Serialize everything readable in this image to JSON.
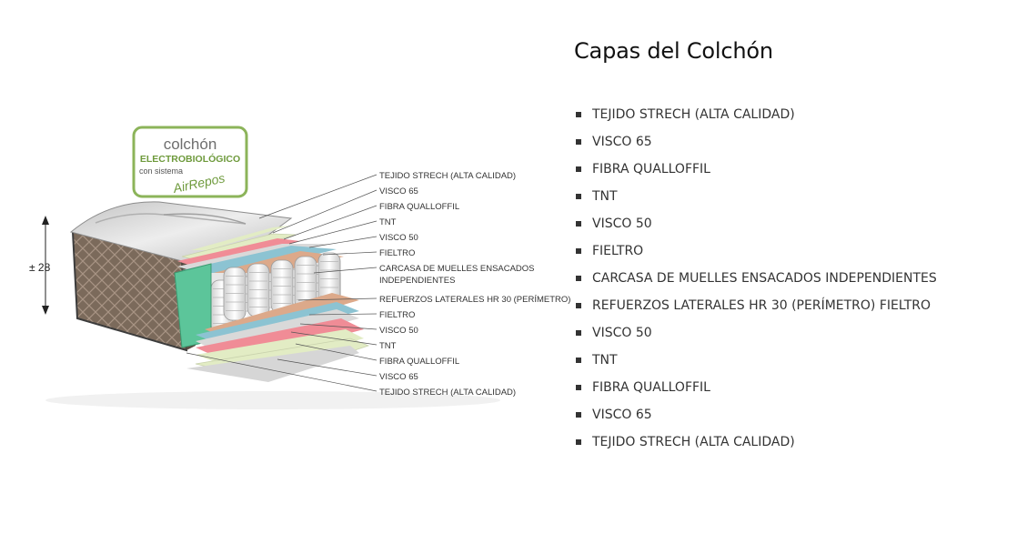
{
  "badge": {
    "line1": "colchón",
    "line2": "ELECTROBIOLÓGICO",
    "line3": "con sistema",
    "brand": "AirRepos"
  },
  "dimension": {
    "label": "± 28"
  },
  "diagram_labels": [
    "TEJIDO STRECH (ALTA CALIDAD)",
    "VISCO 65",
    "FIBRA QUALLOFFIL",
    "TNT",
    "VISCO 50",
    "FIELTRO",
    "CARCASA DE MUELLES ENSACADOS",
    "INDEPENDIENTES",
    "REFUERZOS LATERALES HR 30 (PERÍMETRO)",
    "FIELTRO",
    "VISCO 50",
    "TNT",
    "FIBRA QUALLOFFIL",
    "VISCO 65",
    "TEJIDO STRECH (ALTA CALIDAD)"
  ],
  "panel": {
    "title": "Capas del Colchón",
    "items": [
      "TEJIDO STRECH (ALTA CALIDAD)",
      "VISCO 65",
      "FIBRA QUALLOFFIL",
      "TNT",
      "VISCO 50",
      "FIELTRO",
      "CARCASA DE MUELLES ENSACADOS INDEPENDIENTES",
      "REFUERZOS LATERALES HR 30 (PERÍMETRO) FIELTRO",
      "VISCO 50",
      "TNT",
      "FIBRA QUALLOFFIL",
      "VISCO 65",
      "TEJIDO STRECH (ALTA CALIDAD)"
    ]
  },
  "colors": {
    "quilt": "#7a6a5c",
    "top_fabric": "#dcdcdc",
    "visco65": "#e2ecc4",
    "fibra": "#f08c96",
    "visco50": "#8cc3d2",
    "fieltro": "#dca98a",
    "hr30": "#5cc59a",
    "badge_border": "#8cb45a",
    "badge_green": "#6e9a3c"
  }
}
